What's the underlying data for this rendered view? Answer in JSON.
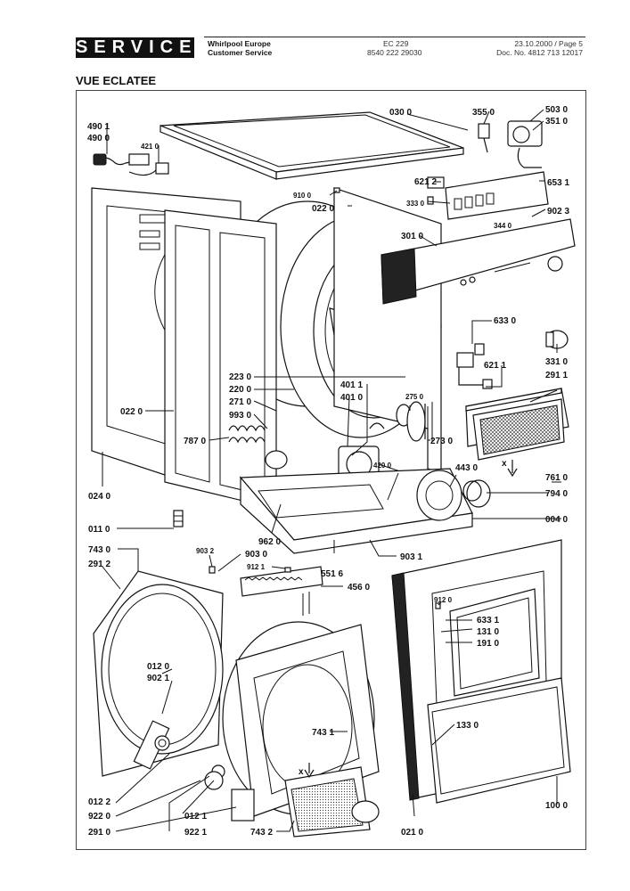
{
  "header": {
    "badge": "SERVICE",
    "company_line1": "Whirlpool Europe",
    "company_line2": "Customer Service",
    "model_line1": "EC 229",
    "model_line2": "8540 222 29030",
    "date_line": "23.10.2000 / Page 5",
    "doc_line": "Doc. No. 4812 713 12017"
  },
  "title": "VUE ECLATEE",
  "labels": {
    "p490_1": "490 1",
    "p490_0": "490 0",
    "p421_0": "421 0",
    "p030_0": "030 0",
    "p355_0": "355 0",
    "p503_0": "503 0",
    "p351_0": "351 0",
    "p910_0": "910 0",
    "p022_0a": "022 0",
    "p621_2": "621 2",
    "p333_0": "333 0",
    "p653_1": "653 1",
    "p344_0": "344 0",
    "p902_3": "902 3",
    "p301_0": "301 0",
    "p633_0": "633 0",
    "p331_0": "331 0",
    "p621_1": "621 1",
    "p291_1": "291 1",
    "p223_0": "223 0",
    "p220_0": "220 0",
    "p271_0": "271 0",
    "p993_0": "993 0",
    "p401_1": "401 1",
    "p401_0": "401 0",
    "p275_0": "275 0",
    "p022_0b": "022 0",
    "p787_0": "787 0",
    "p273_0": "273 0",
    "p420_0": "420 0",
    "p443_0": "443 0",
    "p761_0": "761 0",
    "p794_0": "794 0",
    "p024_0": "024 0",
    "p004_0": "004 0",
    "p011_0": "011 0",
    "p962_0": "962 0",
    "p743_0": "743 0",
    "p903_2": "903 2",
    "p903_0": "903 0",
    "p903_1": "903 1",
    "p291_2": "291 2",
    "p912_1": "912 1",
    "p551_6": "551 6",
    "p456_0": "456 0",
    "p912_0": "912 0",
    "p633_1": "633 1",
    "p131_0": "131 0",
    "p191_0": "191 0",
    "p012_0": "012 0",
    "p902_1": "902 1",
    "p743_1": "743 1",
    "p133_0": "133 0",
    "p012_2": "012 2",
    "p922_0": "922 0",
    "p012_1": "012 1",
    "p291_0": "291 0",
    "p922_1": "922 1",
    "p743_2": "743 2",
    "p021_0": "021 0",
    "p100_0": "100 0",
    "x_mark_a": "x",
    "x_mark_b": "x"
  }
}
